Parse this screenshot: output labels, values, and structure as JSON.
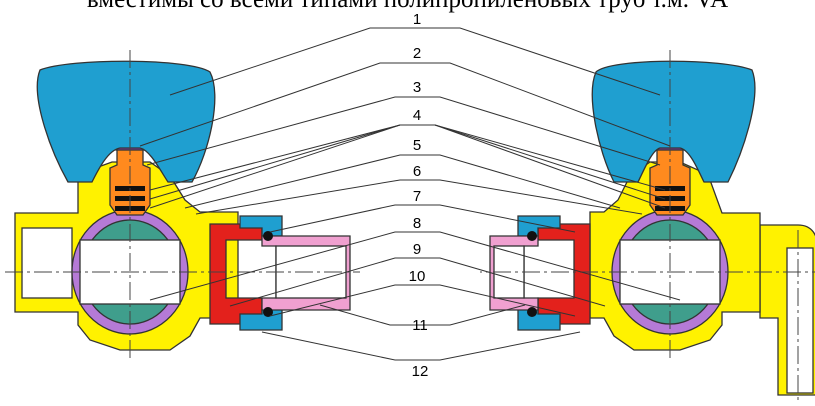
{
  "caption": "вместимы со всеми типами полипропиленовых труб т.м. VA",
  "callouts": [
    "1",
    "2",
    "3",
    "4",
    "5",
    "6",
    "7",
    "8",
    "9",
    "10",
    "11",
    "12"
  ],
  "colors": {
    "handle": "#1f9fd0",
    "body": "#fff200",
    "stem": "#ff8a1e",
    "ball": "#3f9e8c",
    "seat": "#b57ad6",
    "union_nut": "#e3211c",
    "pipe_socket": "#f0a0d0",
    "o_ring": "#111111",
    "spindle_cap": "#8e3fb0"
  }
}
